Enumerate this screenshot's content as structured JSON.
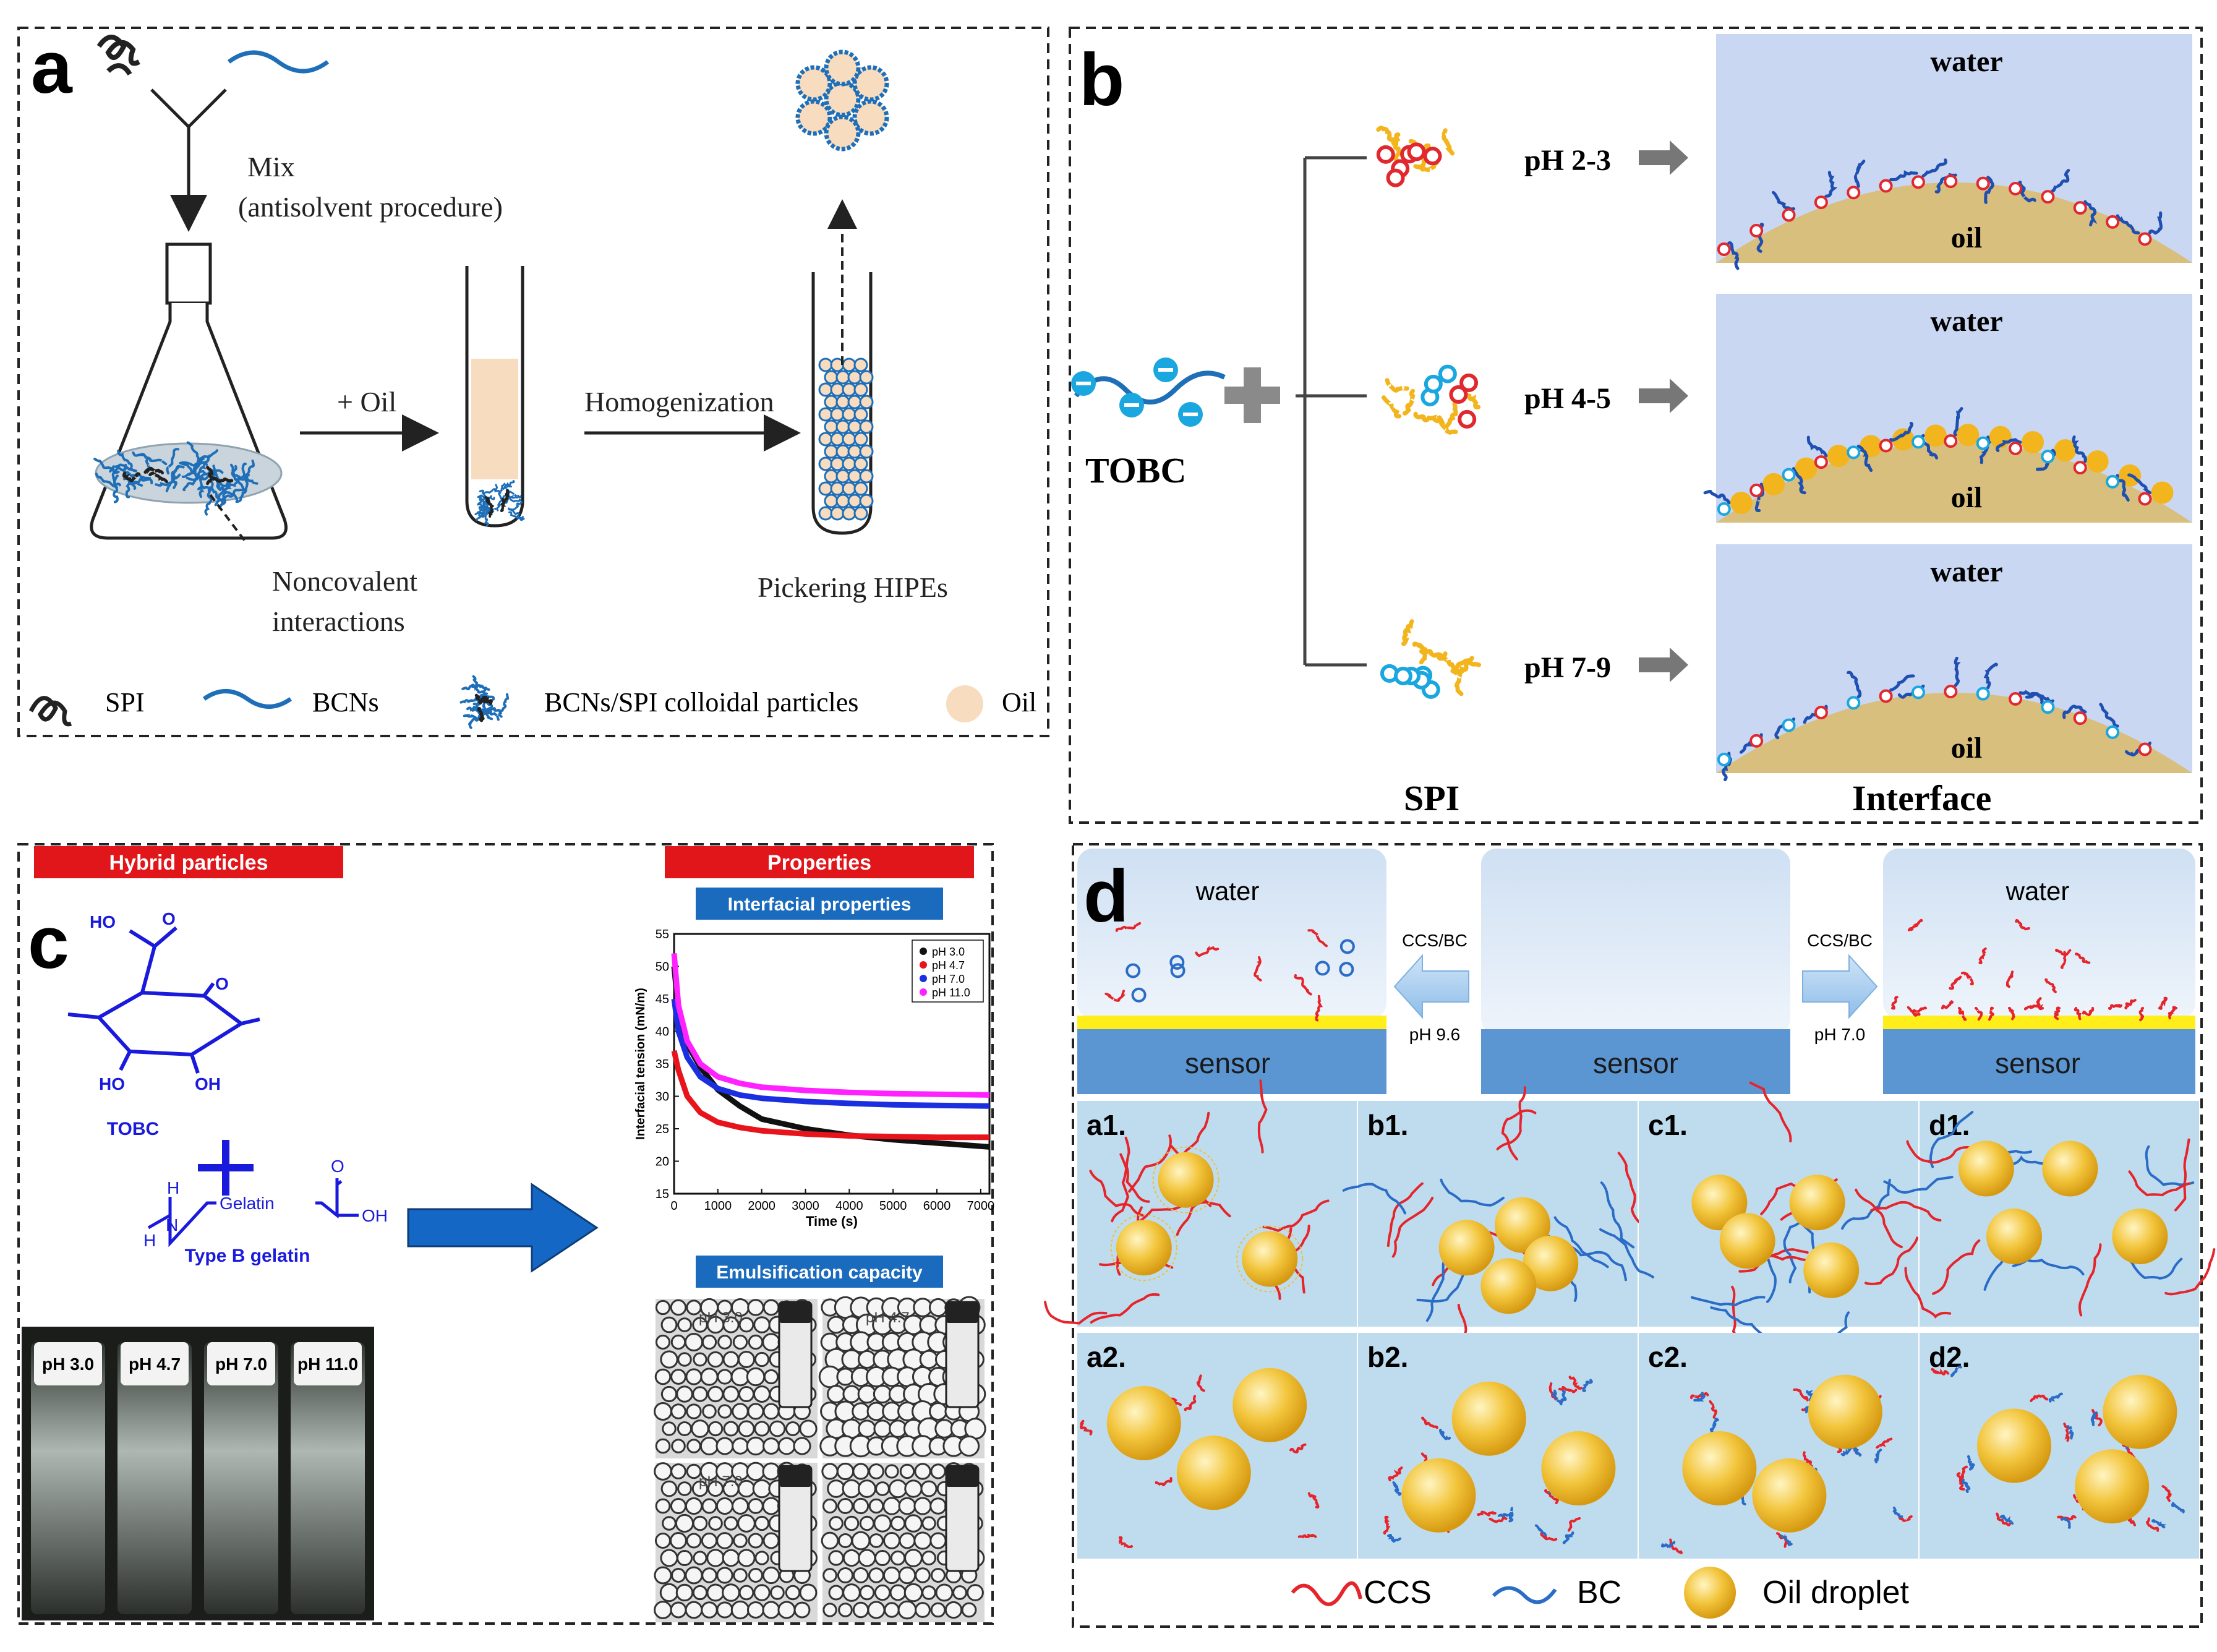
{
  "panel_a": {
    "letter": "a",
    "mix_label": "Mix",
    "procedure_label": "(antisolvent procedure)",
    "oil_label": "+ Oil",
    "homog_label": "Homogenization",
    "noncov_line1": "Noncovalent",
    "noncov_line2": "interactions",
    "hipe_label": "Pickering HIPEs",
    "legend": {
      "spi": "SPI",
      "bcns": "BCNs",
      "colloid": "BCNs/SPI colloidal particles",
      "oil": "Oil"
    },
    "colors": {
      "fiber": "#1f6fb8",
      "oil": "#f7dcbf",
      "ink": "#222222"
    }
  },
  "panel_b": {
    "letter": "b",
    "tobc_label": "TOBC",
    "rows": [
      {
        "ph": "pH 2-3",
        "water": "water",
        "oil": "oil"
      },
      {
        "ph": "pH 4-5",
        "water": "water",
        "oil": "oil"
      },
      {
        "ph": "pH 7-9",
        "water": "water",
        "oil": "oil"
      }
    ],
    "spi_label": "SPI",
    "interface_label": "Interface",
    "colors": {
      "water_bg": "#c9d7f2",
      "oil": "#d8bf7d",
      "spi": "#f3b51d",
      "charge_pos": "#e0282e",
      "charge_neg": "#1aa6df"
    }
  },
  "panel_c": {
    "letter": "c",
    "header_left": "Hybrid particles",
    "header_right": "Properties",
    "interfacial_label": "Interfacial properties",
    "emuls_label": "Emulsification capacity",
    "tobc_label": "TOBC",
    "gelatin_label": "Type B gelatin",
    "gelatin_word": "Gelatin",
    "ho": "HO",
    "o": "O",
    "oh": "OH",
    "h": "H",
    "n": "N",
    "vials": [
      "pH 3.0",
      "pH 4.7",
      "pH 7.0",
      "pH 11.0"
    ],
    "micro_labels": [
      "pH 3.0",
      "pH 4.7",
      "pH 7.0",
      ""
    ],
    "colors": {
      "header_red": "#e0161b",
      "header_blue": "#1a6bbd",
      "molecule": "#1a1adc",
      "arrow": "#1467c4"
    }
  },
  "chart_data": {
    "type": "line",
    "xlabel": "Time (s)",
    "ylabel": "Interfacial tension (mN/m)",
    "xlim": [
      0,
      7200
    ],
    "ylim": [
      15,
      55
    ],
    "xticks": [
      0,
      1000,
      2000,
      3000,
      4000,
      5000,
      6000,
      7000
    ],
    "yticks": [
      15,
      20,
      25,
      30,
      35,
      40,
      45,
      50,
      55
    ],
    "legend_position": "top-right",
    "series": [
      {
        "name": "pH 3.0",
        "color": "#111111",
        "x": [
          0,
          100,
          300,
          600,
          1000,
          1500,
          2000,
          3000,
          4000,
          5000,
          6000,
          7200
        ],
        "y": [
          50,
          43,
          38,
          34.5,
          31,
          28.5,
          26.5,
          25,
          24,
          23.3,
          22.8,
          22.2
        ]
      },
      {
        "name": "pH 4.7",
        "color": "#e8141b",
        "x": [
          0,
          100,
          300,
          600,
          1000,
          1500,
          2000,
          3000,
          4000,
          5000,
          6000,
          7200
        ],
        "y": [
          37,
          34,
          30,
          27.5,
          26,
          25.2,
          24.7,
          24.2,
          23.9,
          23.8,
          23.7,
          23.7
        ]
      },
      {
        "name": "pH 7.0",
        "color": "#1b2fe0",
        "x": [
          0,
          100,
          300,
          600,
          1000,
          1500,
          2000,
          3000,
          4000,
          5000,
          6000,
          7200
        ],
        "y": [
          45,
          40,
          36,
          33,
          31.2,
          30.2,
          29.7,
          29.2,
          28.9,
          28.7,
          28.6,
          28.5
        ]
      },
      {
        "name": "pH 11.0",
        "color": "#ff21ff",
        "x": [
          0,
          100,
          300,
          600,
          1000,
          1500,
          2000,
          3000,
          4000,
          5000,
          6000,
          7200
        ],
        "y": [
          52,
          44,
          38.5,
          35,
          33,
          32,
          31.4,
          30.9,
          30.6,
          30.4,
          30.3,
          30.2
        ]
      }
    ]
  },
  "panel_d": {
    "letter": "d",
    "water_label": "water",
    "sensor_label": "sensor",
    "ccs_bc_label": "CCS/BC",
    "ph_left": "pH 9.6",
    "ph_right": "pH 7.0",
    "grid_labels": [
      "a1.",
      "b1.",
      "c1.",
      "d1.",
      "a2.",
      "b2.",
      "c2.",
      "d2."
    ],
    "legend": {
      "ccs": "CCS",
      "bc": "BC",
      "oil": "Oil droplet"
    },
    "colors": {
      "bg": "#bfdcef",
      "ccs": "#e5242b",
      "bc": "#2a6cc6",
      "sensor": "#5b96d3",
      "gold": "#f0be2e"
    }
  }
}
